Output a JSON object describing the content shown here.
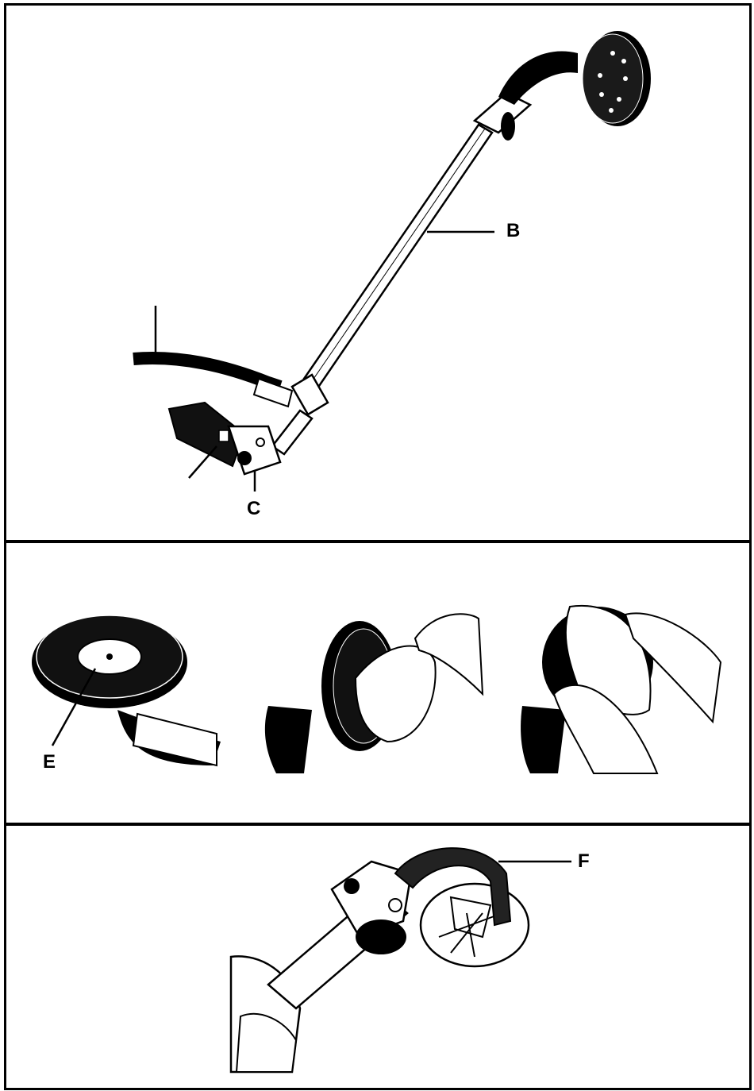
{
  "figure": {
    "panels": [
      {
        "id": "assembly-overview",
        "labels": {
          "b": "B",
          "c": "C"
        }
      },
      {
        "id": "abrasive-disc-fitting",
        "labels": {
          "e": "E"
        }
      },
      {
        "id": "dust-hose-connection",
        "labels": {
          "f": "F"
        }
      }
    ]
  },
  "colors": {
    "ink": "#000000",
    "paper": "#ffffff",
    "shade": "#bdbdbd"
  }
}
